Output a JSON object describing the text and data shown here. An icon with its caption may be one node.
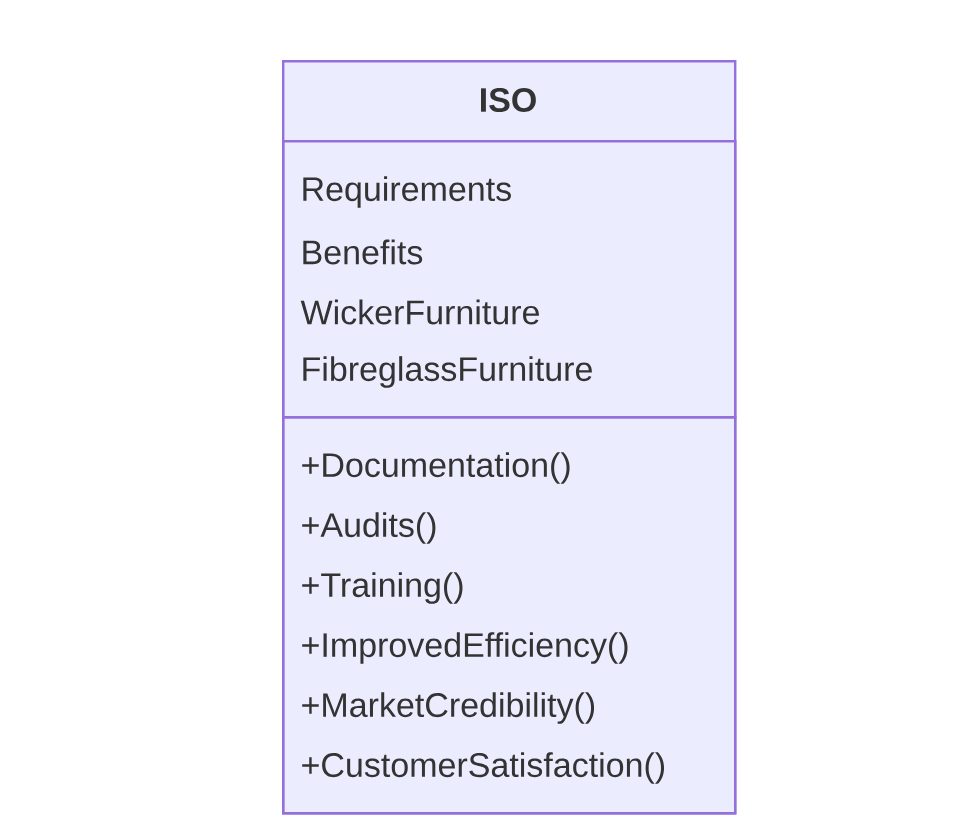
{
  "diagram": {
    "nodes": [
      {
        "text": [
          "ISO"
        ]
      },
      {
        "text": [
          "Requirements",
          "Benefits",
          "WickerFurniture",
          "FibreglassFurniture"
        ],
        "in": 0
      },
      {
        "text": [
          "+Documentation()",
          "+Audits()",
          "+Training()",
          "+ImprovedEfficiency()",
          "+MarketCredibility()",
          "+CustomerSatisfaction()"
        ],
        "in": 0
      }
    ]
  }
}
